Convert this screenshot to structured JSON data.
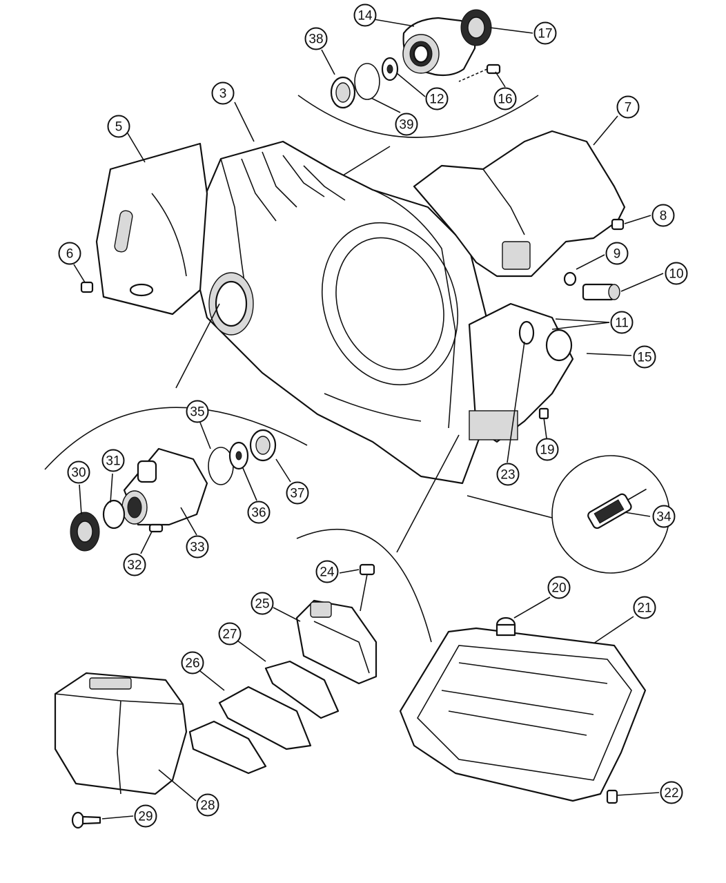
{
  "callouts": [
    {
      "id": "c3",
      "label": "3"
    },
    {
      "id": "c5",
      "label": "5"
    },
    {
      "id": "c6",
      "label": "6"
    },
    {
      "id": "c7",
      "label": "7"
    },
    {
      "id": "c8",
      "label": "8"
    },
    {
      "id": "c9",
      "label": "9"
    },
    {
      "id": "c10",
      "label": "10"
    },
    {
      "id": "c11",
      "label": "11"
    },
    {
      "id": "c12",
      "label": "12"
    },
    {
      "id": "c14",
      "label": "14"
    },
    {
      "id": "c15",
      "label": "15"
    },
    {
      "id": "c16",
      "label": "16"
    },
    {
      "id": "c17",
      "label": "17"
    },
    {
      "id": "c19",
      "label": "19"
    },
    {
      "id": "c20",
      "label": "20"
    },
    {
      "id": "c21",
      "label": "21"
    },
    {
      "id": "c22",
      "label": "22"
    },
    {
      "id": "c23",
      "label": "23"
    },
    {
      "id": "c24",
      "label": "24"
    },
    {
      "id": "c25",
      "label": "25"
    },
    {
      "id": "c26",
      "label": "26"
    },
    {
      "id": "c27",
      "label": "27"
    },
    {
      "id": "c28",
      "label": "28"
    },
    {
      "id": "c29",
      "label": "29"
    },
    {
      "id": "c30",
      "label": "30"
    },
    {
      "id": "c31",
      "label": "31"
    },
    {
      "id": "c32",
      "label": "32"
    },
    {
      "id": "c33",
      "label": "33"
    },
    {
      "id": "c34",
      "label": "34"
    },
    {
      "id": "c35",
      "label": "35"
    },
    {
      "id": "c36",
      "label": "36"
    },
    {
      "id": "c37",
      "label": "37"
    },
    {
      "id": "c38",
      "label": "38"
    },
    {
      "id": "c39",
      "label": "39"
    }
  ]
}
